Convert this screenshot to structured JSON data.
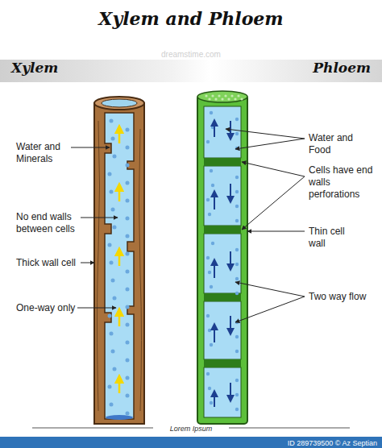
{
  "diagram": {
    "title": "Xylem and Phloem",
    "labels": [
      "Xylem",
      "Phloem",
      "Water and Minerals",
      "No end walls between cells",
      "Thick wall cell",
      "One-way only",
      "Water and Food",
      "Cells have end walls perforations",
      "Thin cell wall",
      "Two way flow",
      "Lorem Ipsum",
      "dreamstime.com",
      "ID 289739500 © Az Septian"
    ]
  }
}
